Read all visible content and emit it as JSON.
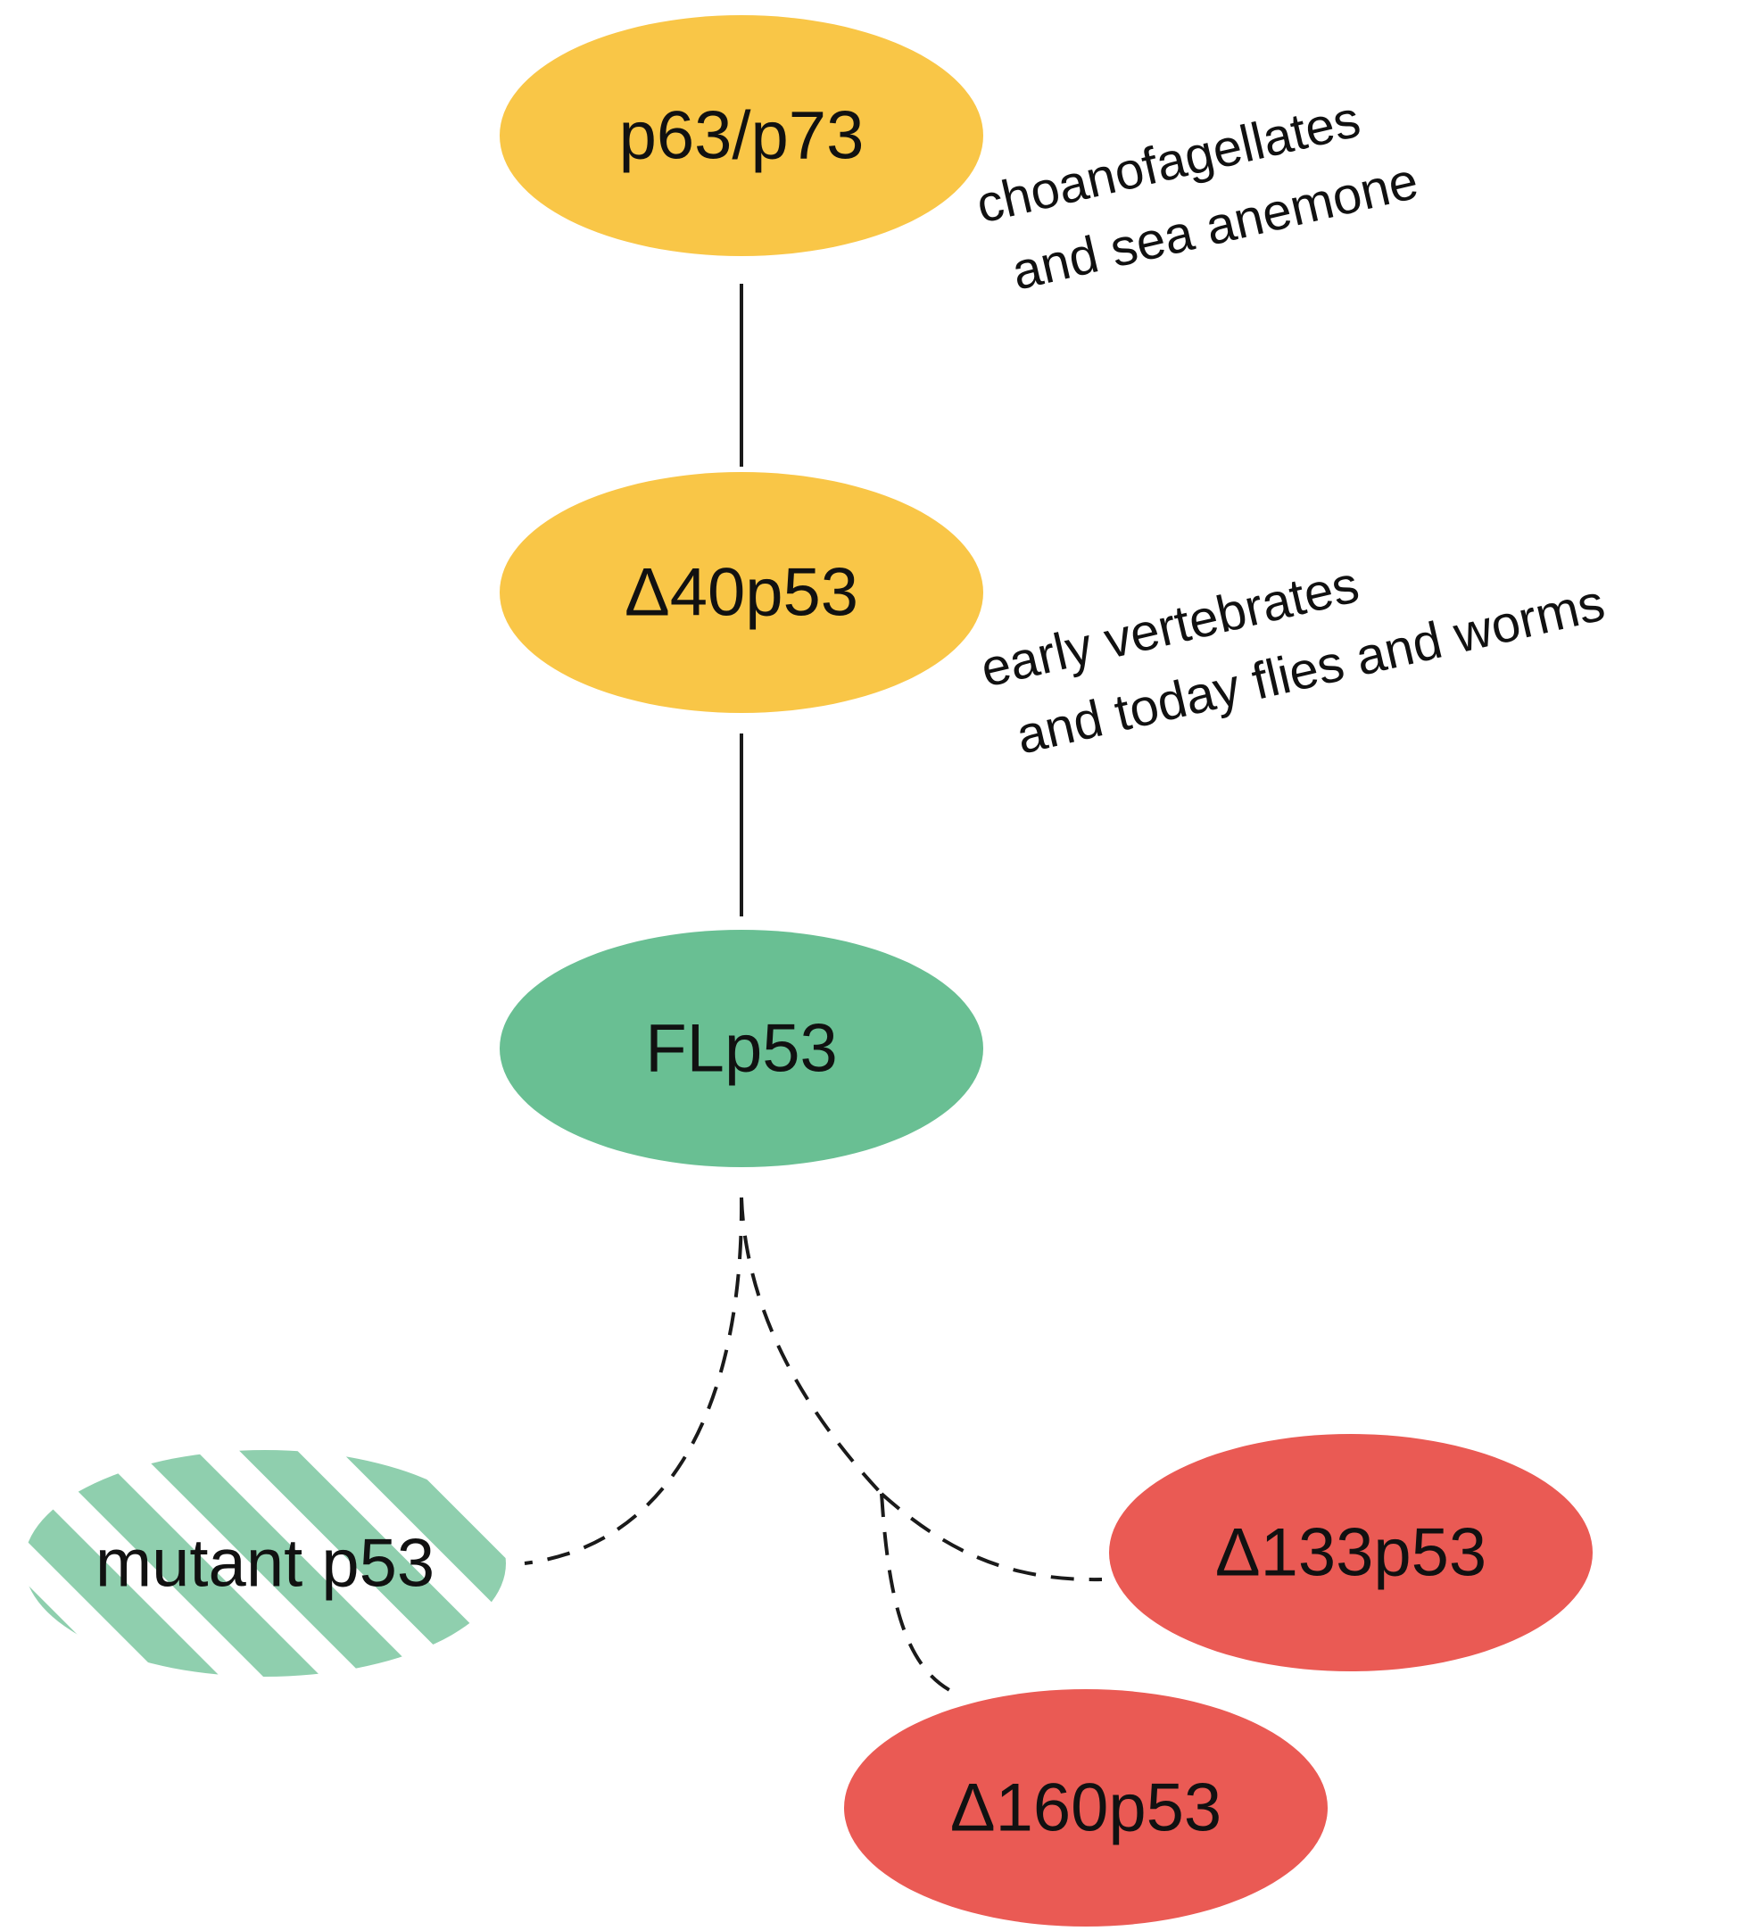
{
  "colors": {
    "ancestral": "#F9C647",
    "full_length": "#69BF93",
    "mutant_stripe": "#8FCFAE",
    "isoform": "#EA5A54",
    "line": "#1a1a1a",
    "text": "#111111",
    "background": "#ffffff"
  },
  "nodes": {
    "p63_p73": {
      "label": "p63/p73"
    },
    "delta40": {
      "label": "Δ40p53"
    },
    "fl": {
      "label": "FLp53"
    },
    "mutant": {
      "label": "mutant p53"
    },
    "delta133": {
      "label": "Δ133p53"
    },
    "delta160": {
      "label": "Δ160p53"
    }
  },
  "annotations": {
    "ancestral_note": {
      "line1": "choanofagellates",
      "line2": "and sea anemone"
    },
    "vertebrate_note": {
      "line1": "early vertebrates",
      "line2": "and today flies and worms"
    }
  }
}
